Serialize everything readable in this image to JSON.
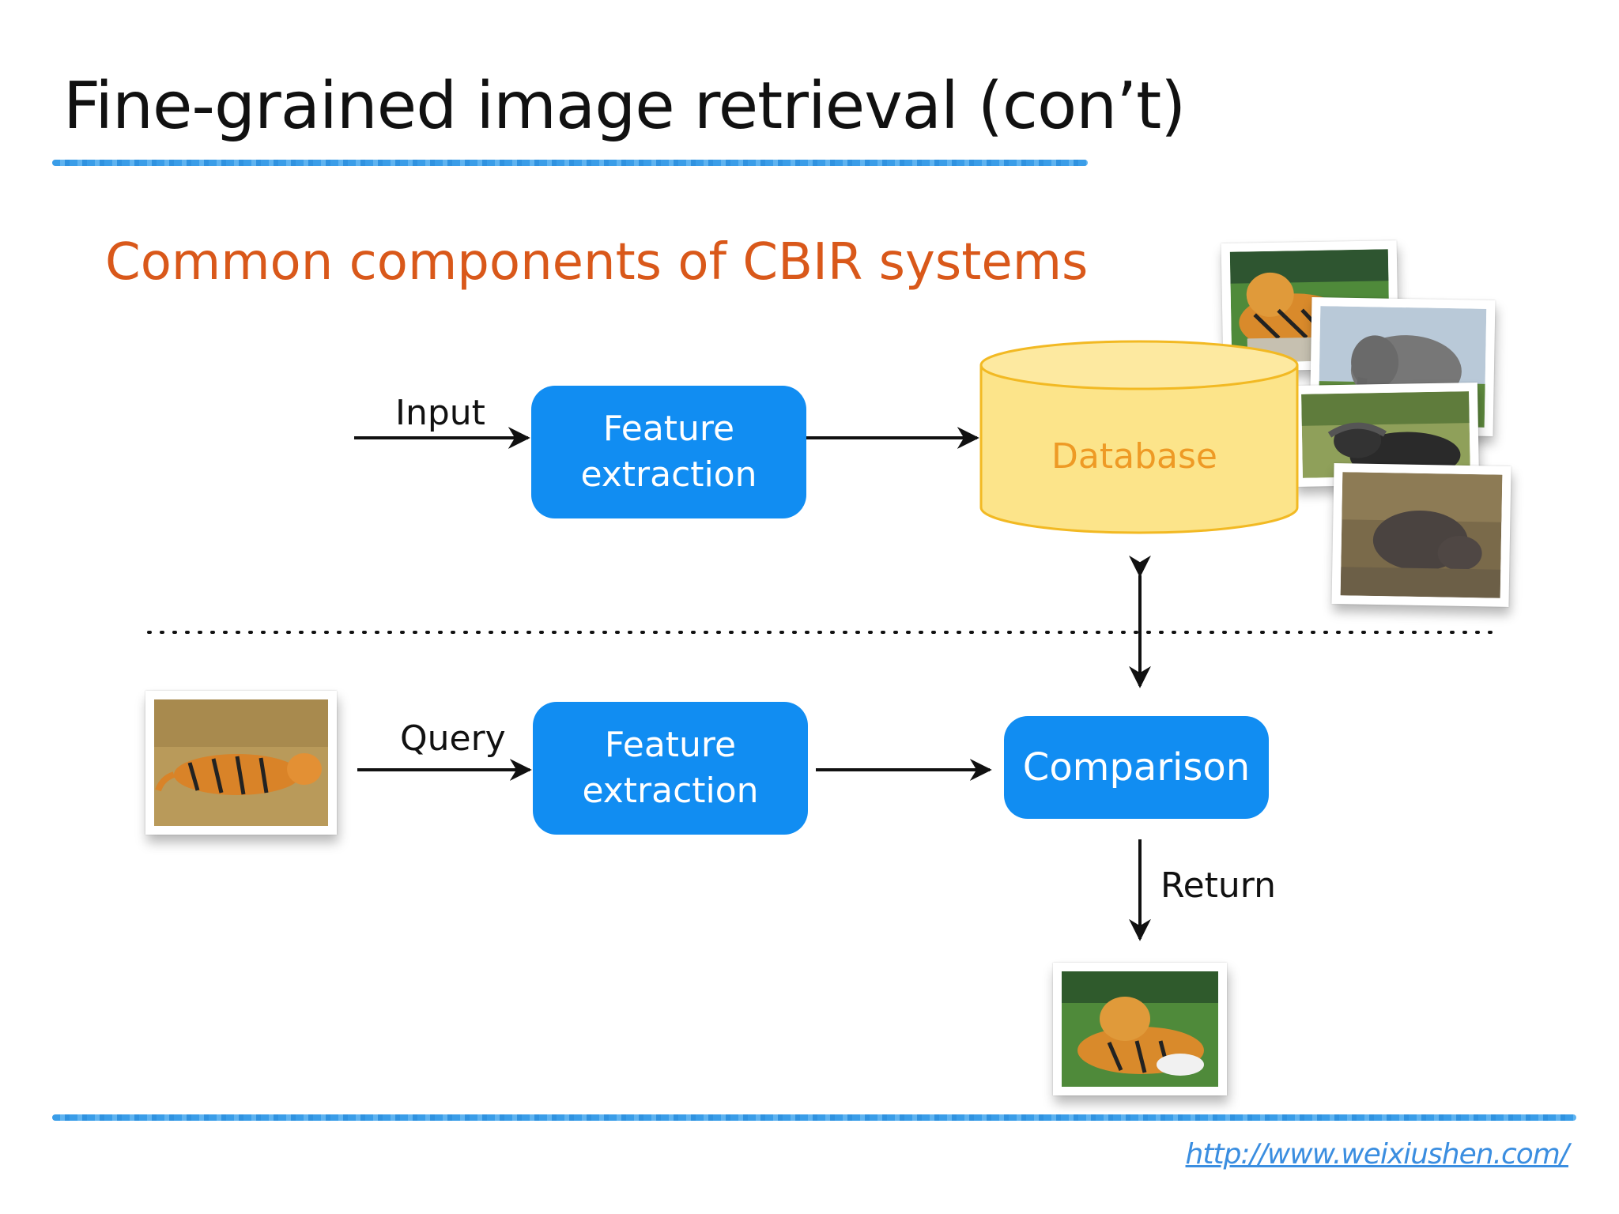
{
  "slide": {
    "title": "Fine-grained image retrieval (con’t)",
    "subtitle": "Common components of CBIR systems",
    "footer_url": "http://www.weixiushen.com/"
  },
  "diagram": {
    "labels": {
      "input": "Input",
      "query": "Query",
      "return": "Return"
    },
    "nodes": {
      "feature_extraction_top": [
        "Feature",
        "extraction"
      ],
      "feature_extraction_bottom": [
        "Feature",
        "extraction"
      ],
      "database": "Database",
      "comparison": "Comparison"
    }
  },
  "colors": {
    "process_box": "#118df2",
    "database_fill": "#fce48a",
    "database_stroke": "#f2b923",
    "database_text": "#ee9a25",
    "subtitle": "#d9581a",
    "rule": "#3a9de8"
  }
}
